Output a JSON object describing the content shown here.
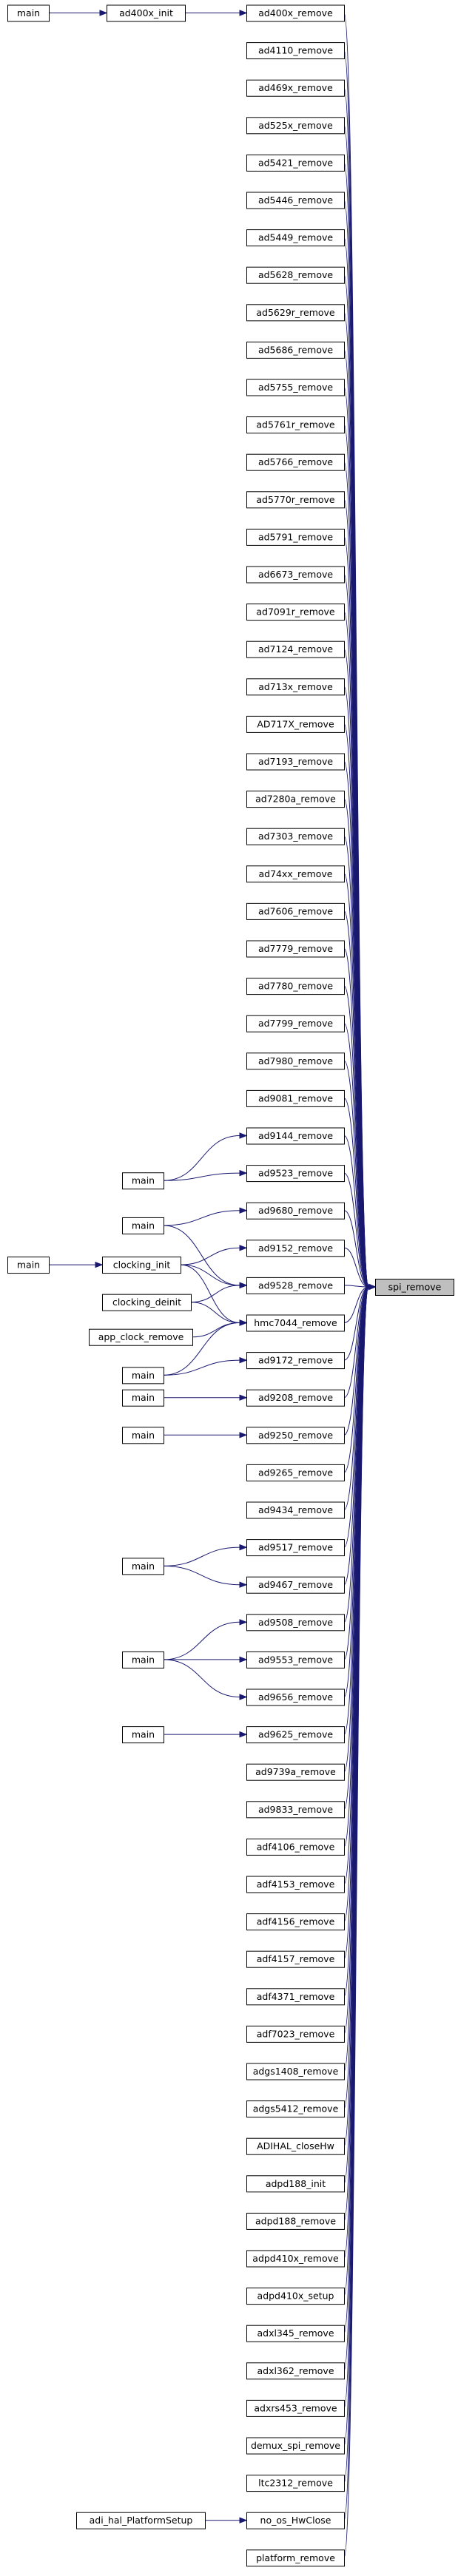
{
  "target": "spi_remove",
  "col1": [
    "ad400x_remove",
    "ad4110_remove",
    "ad469x_remove",
    "ad525x_remove",
    "ad5421_remove",
    "ad5446_remove",
    "ad5449_remove",
    "ad5628_remove",
    "ad5629r_remove",
    "ad5686_remove",
    "ad5755_remove",
    "ad5761r_remove",
    "ad5766_remove",
    "ad5770r_remove",
    "ad5791_remove",
    "ad6673_remove",
    "ad7091r_remove",
    "ad7124_remove",
    "ad713x_remove",
    "AD717X_remove",
    "ad7193_remove",
    "ad7280a_remove",
    "ad7303_remove",
    "ad74xx_remove",
    "ad7606_remove",
    "ad7779_remove",
    "ad7780_remove",
    "ad7799_remove",
    "ad7980_remove",
    "ad9081_remove",
    "ad9144_remove",
    "ad9523_remove",
    "ad9680_remove",
    "ad9152_remove",
    "ad9528_remove",
    "hmc7044_remove",
    "ad9172_remove",
    "ad9208_remove",
    "ad9250_remove",
    "ad9265_remove",
    "ad9434_remove",
    "ad9517_remove",
    "ad9467_remove",
    "ad9508_remove",
    "ad9553_remove",
    "ad9656_remove",
    "ad9625_remove",
    "ad9739a_remove",
    "ad9833_remove",
    "adf4106_remove",
    "adf4153_remove",
    "adf4156_remove",
    "adf4157_remove",
    "adf4371_remove",
    "adf7023_remove",
    "adgs1408_remove",
    "adgs5412_remove",
    "ADIHAL_closeHw",
    "adpd188_init",
    "adpd188_remove",
    "adpd410x_remove",
    "adpd410x_setup",
    "adxl345_remove",
    "adxl362_remove",
    "adxrs453_remove",
    "demux_spi_remove",
    "ltc2312_remove",
    "no_os_HwClose",
    "platform_remove"
  ],
  "col2": [
    {
      "id": "ad400x_init",
      "label": "ad400x_init"
    },
    {
      "id": "main_a",
      "label": "main"
    },
    {
      "id": "main_b",
      "label": "main"
    },
    {
      "id": "clocking_init",
      "label": "clocking_init"
    },
    {
      "id": "clocking_deinit",
      "label": "clocking_deinit"
    },
    {
      "id": "app_clock_remove",
      "label": "app_clock_remove"
    },
    {
      "id": "main_c",
      "label": "main"
    },
    {
      "id": "main_d",
      "label": "main"
    },
    {
      "id": "main_e",
      "label": "main"
    },
    {
      "id": "main_f",
      "label": "main"
    },
    {
      "id": "main_g",
      "label": "main"
    },
    {
      "id": "main_h",
      "label": "main"
    },
    {
      "id": "adi_hal_PlatformSetup",
      "label": "adi_hal_PlatformSetup"
    }
  ],
  "col3": [
    {
      "id": "main_top",
      "label": "main"
    },
    {
      "id": "main_left",
      "label": "main"
    }
  ],
  "edges": [
    [
      "main_top",
      "ad400x_init"
    ],
    [
      "ad400x_init",
      "ad400x_remove"
    ],
    [
      "main_left",
      "clocking_init"
    ],
    [
      "main_a",
      "ad9144_remove"
    ],
    [
      "main_a",
      "ad9523_remove"
    ],
    [
      "main_b",
      "ad9680_remove"
    ],
    [
      "main_b",
      "ad9528_remove"
    ],
    [
      "clocking_init",
      "ad9152_remove"
    ],
    [
      "clocking_init",
      "ad9528_remove"
    ],
    [
      "clocking_init",
      "hmc7044_remove"
    ],
    [
      "clocking_deinit",
      "ad9528_remove"
    ],
    [
      "clocking_deinit",
      "hmc7044_remove"
    ],
    [
      "app_clock_remove",
      "hmc7044_remove"
    ],
    [
      "main_c",
      "hmc7044_remove"
    ],
    [
      "main_c",
      "ad9172_remove"
    ],
    [
      "main_d",
      "ad9208_remove"
    ],
    [
      "main_e",
      "ad9250_remove"
    ],
    [
      "main_f",
      "ad9517_remove"
    ],
    [
      "main_f",
      "ad9467_remove"
    ],
    [
      "main_g",
      "ad9508_remove"
    ],
    [
      "main_g",
      "ad9553_remove"
    ],
    [
      "main_g",
      "ad9656_remove"
    ],
    [
      "main_h",
      "ad9625_remove"
    ],
    [
      "adi_hal_PlatformSetup",
      "no_os_HwClose"
    ]
  ]
}
